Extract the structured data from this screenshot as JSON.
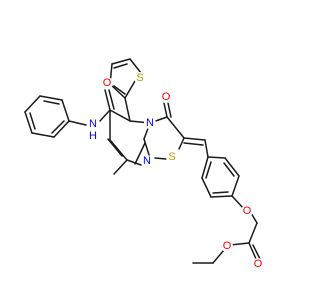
{
  "colors": {
    "bond": "#1a1a1a",
    "N": "#0000ff",
    "O": "#ff0000",
    "S": "#b8a000",
    "H": "#0000ff"
  },
  "atoms": {
    "N_amide": {
      "text": "N",
      "element": "N"
    },
    "H_amide": {
      "text": "H",
      "element": "H"
    },
    "O_amide": {
      "text": "O",
      "element": "O"
    },
    "S_thiophene": {
      "text": "S",
      "element": "S"
    },
    "O_keto": {
      "text": "O",
      "element": "O"
    },
    "N_ring5": {
      "text": "N",
      "element": "N"
    },
    "N_pyrimidine": {
      "text": "N",
      "element": "N"
    },
    "S_thiazole": {
      "text": "S",
      "element": "S"
    },
    "O_ether": {
      "text": "O",
      "element": "O"
    },
    "O_carbonyl": {
      "text": "O",
      "element": "O"
    },
    "O_ester": {
      "text": "O",
      "element": "O"
    }
  }
}
